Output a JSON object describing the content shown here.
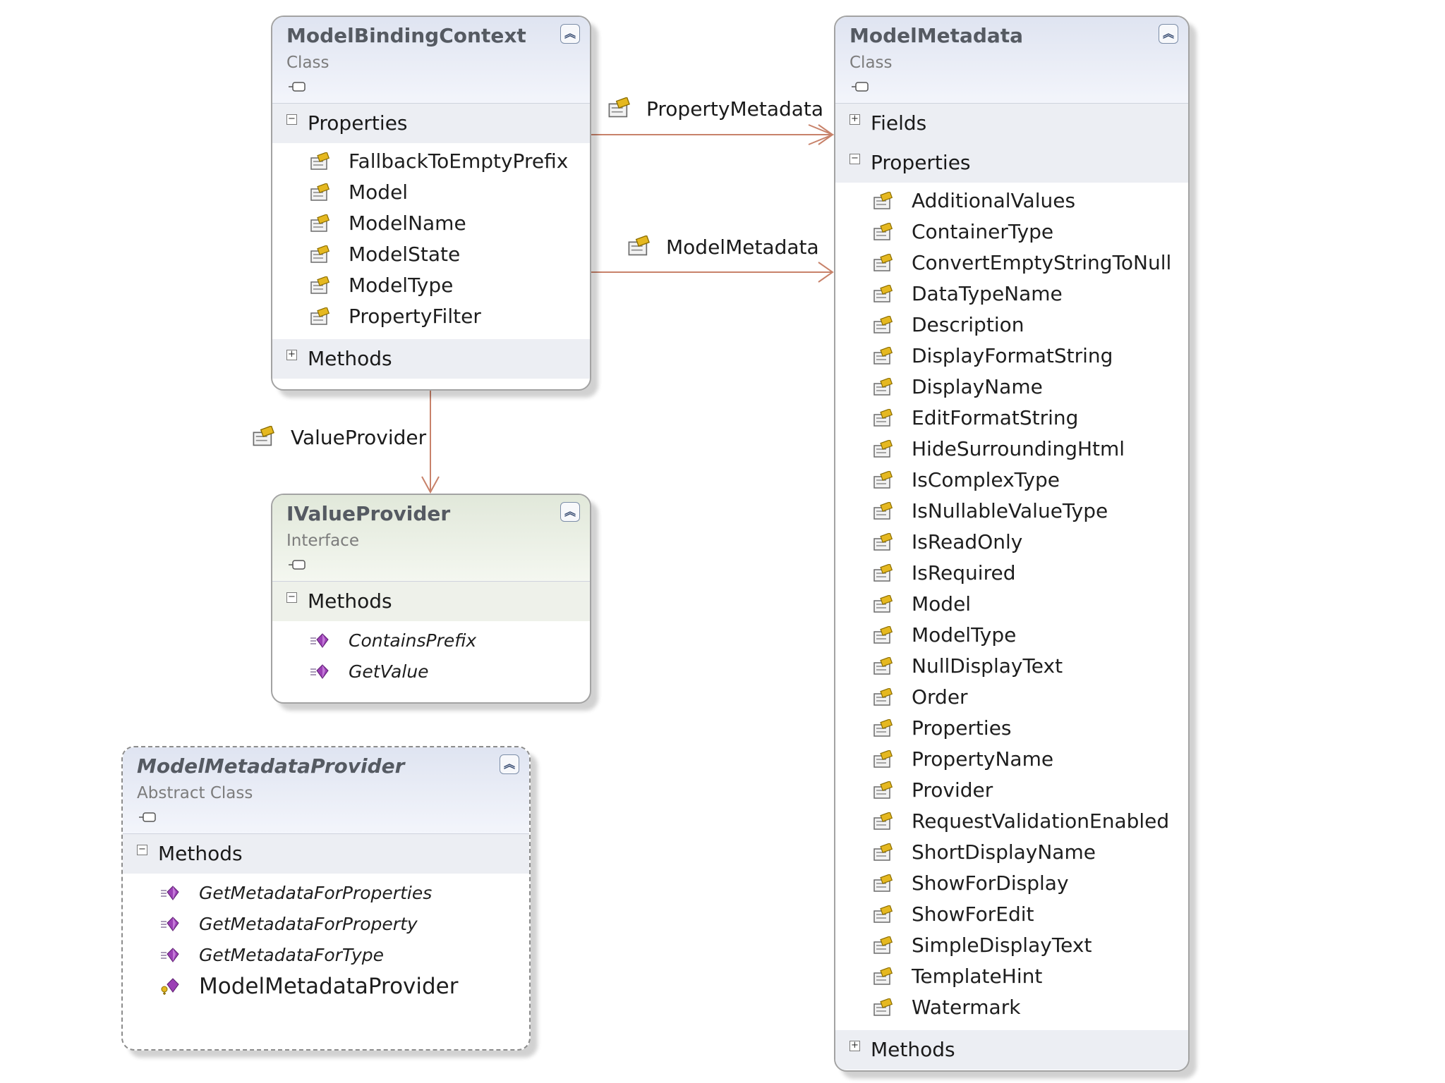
{
  "classes": {
    "binding_context": {
      "name": "ModelBindingContext",
      "stereotype": "Class",
      "sections": [
        {
          "label": "Properties",
          "expanded": true,
          "kind": "property",
          "items": [
            "FallbackToEmptyPrefix",
            "Model",
            "ModelName",
            "ModelState",
            "ModelType",
            "PropertyFilter"
          ]
        },
        {
          "label": "Methods",
          "expanded": false,
          "kind": "method",
          "items": []
        }
      ]
    },
    "value_provider": {
      "name": "IValueProvider",
      "stereotype": "Interface",
      "sections": [
        {
          "label": "Methods",
          "expanded": true,
          "kind": "method",
          "items": [
            "ContainsPrefix",
            "GetValue"
          ]
        }
      ]
    },
    "metadata_provider": {
      "name": "ModelMetadataProvider",
      "stereotype": "Abstract Class",
      "sections": [
        {
          "label": "Methods",
          "expanded": true,
          "kind": "method",
          "items": [
            "GetMetadataForProperties",
            "GetMetadataForProperty",
            "GetMetadataForType"
          ],
          "constructor": "ModelMetadataProvider"
        }
      ]
    },
    "model_metadata": {
      "name": "ModelMetadata",
      "stereotype": "Class",
      "sections": [
        {
          "label": "Fields",
          "expanded": false,
          "kind": "field",
          "items": []
        },
        {
          "label": "Properties",
          "expanded": true,
          "kind": "property",
          "items": [
            "AdditionalValues",
            "ContainerType",
            "ConvertEmptyStringToNull",
            "DataTypeName",
            "Description",
            "DisplayFormatString",
            "DisplayName",
            "EditFormatString",
            "HideSurroundingHtml",
            "IsComplexType",
            "IsNullableValueType",
            "IsReadOnly",
            "IsRequired",
            "Model",
            "ModelType",
            "NullDisplayText",
            "Order",
            "Properties",
            "PropertyName",
            "Provider",
            "RequestValidationEnabled",
            "ShortDisplayName",
            "ShowForDisplay",
            "ShowForEdit",
            "SimpleDisplayText",
            "TemplateHint",
            "Watermark"
          ]
        },
        {
          "label": "Methods",
          "expanded": false,
          "kind": "method",
          "items": []
        }
      ]
    }
  },
  "associations": {
    "property_metadata": "PropertyMetadata",
    "model_metadata": "ModelMetadata",
    "value_provider": "ValueProvider"
  },
  "icons": {
    "property": "property-icon",
    "method": "method-icon",
    "constructor": "constructor-icon",
    "collapse": "collapse-chevron-icon",
    "class_tag": "class-tag-icon"
  },
  "colors": {
    "connector": "#c8826a",
    "property_icon_yellow": "#e5b820",
    "method_icon_purple": "#9b3fb5",
    "class_header": "#dfe4f1",
    "interface_header": "#e1e8da"
  }
}
